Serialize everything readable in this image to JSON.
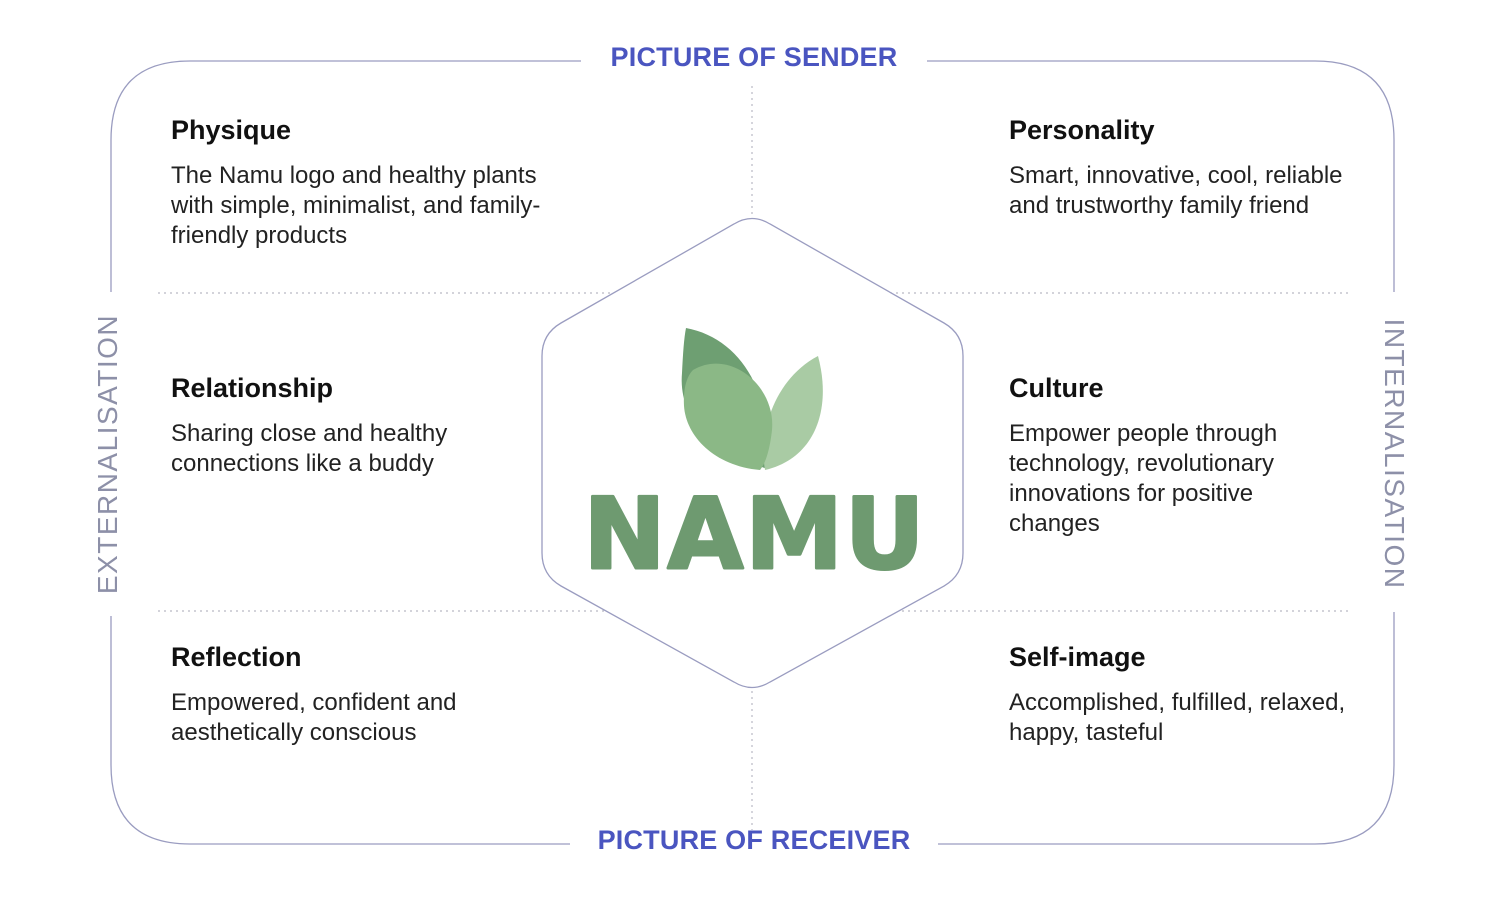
{
  "axes": {
    "top": "PICTURE OF SENDER",
    "bottom": "PICTURE OF RECEIVER",
    "left": "EXTERNALISATION",
    "right": "INTERNALISATION"
  },
  "cells": {
    "physique": {
      "title": "Physique",
      "description": "The Namu logo and healthy plants with simple, minimalist, and family-friendly products"
    },
    "personality": {
      "title": "Personality",
      "description": "Smart, innovative, cool, reliable and trustworthy family friend"
    },
    "relationship": {
      "title": "Relationship",
      "description": "Sharing close and healthy connections like a buddy"
    },
    "culture": {
      "title": "Culture",
      "description": "Empower people through technology, revolutionary innovations for positive changes"
    },
    "reflection": {
      "title": "Reflection",
      "description": "Empowered, confident and aesthetically conscious"
    },
    "self_image": {
      "title": "Self-image",
      "description": "Accomplished, fulfilled, relaxed, happy, tasteful"
    }
  },
  "logo": {
    "wordmark": "NAMU",
    "icon": "two-leaves-icon",
    "colors": {
      "leaf_dark": "#6e9f72",
      "leaf_mid": "#8bb886",
      "leaf_light": "#a9cba4",
      "wordmark": "#6e9a70"
    }
  },
  "colors": {
    "frame_line": "#9a9cc0",
    "axis_label": "#4a55c0",
    "side_label": "#8d90a8",
    "dotted_line": "#b9b9c4"
  }
}
